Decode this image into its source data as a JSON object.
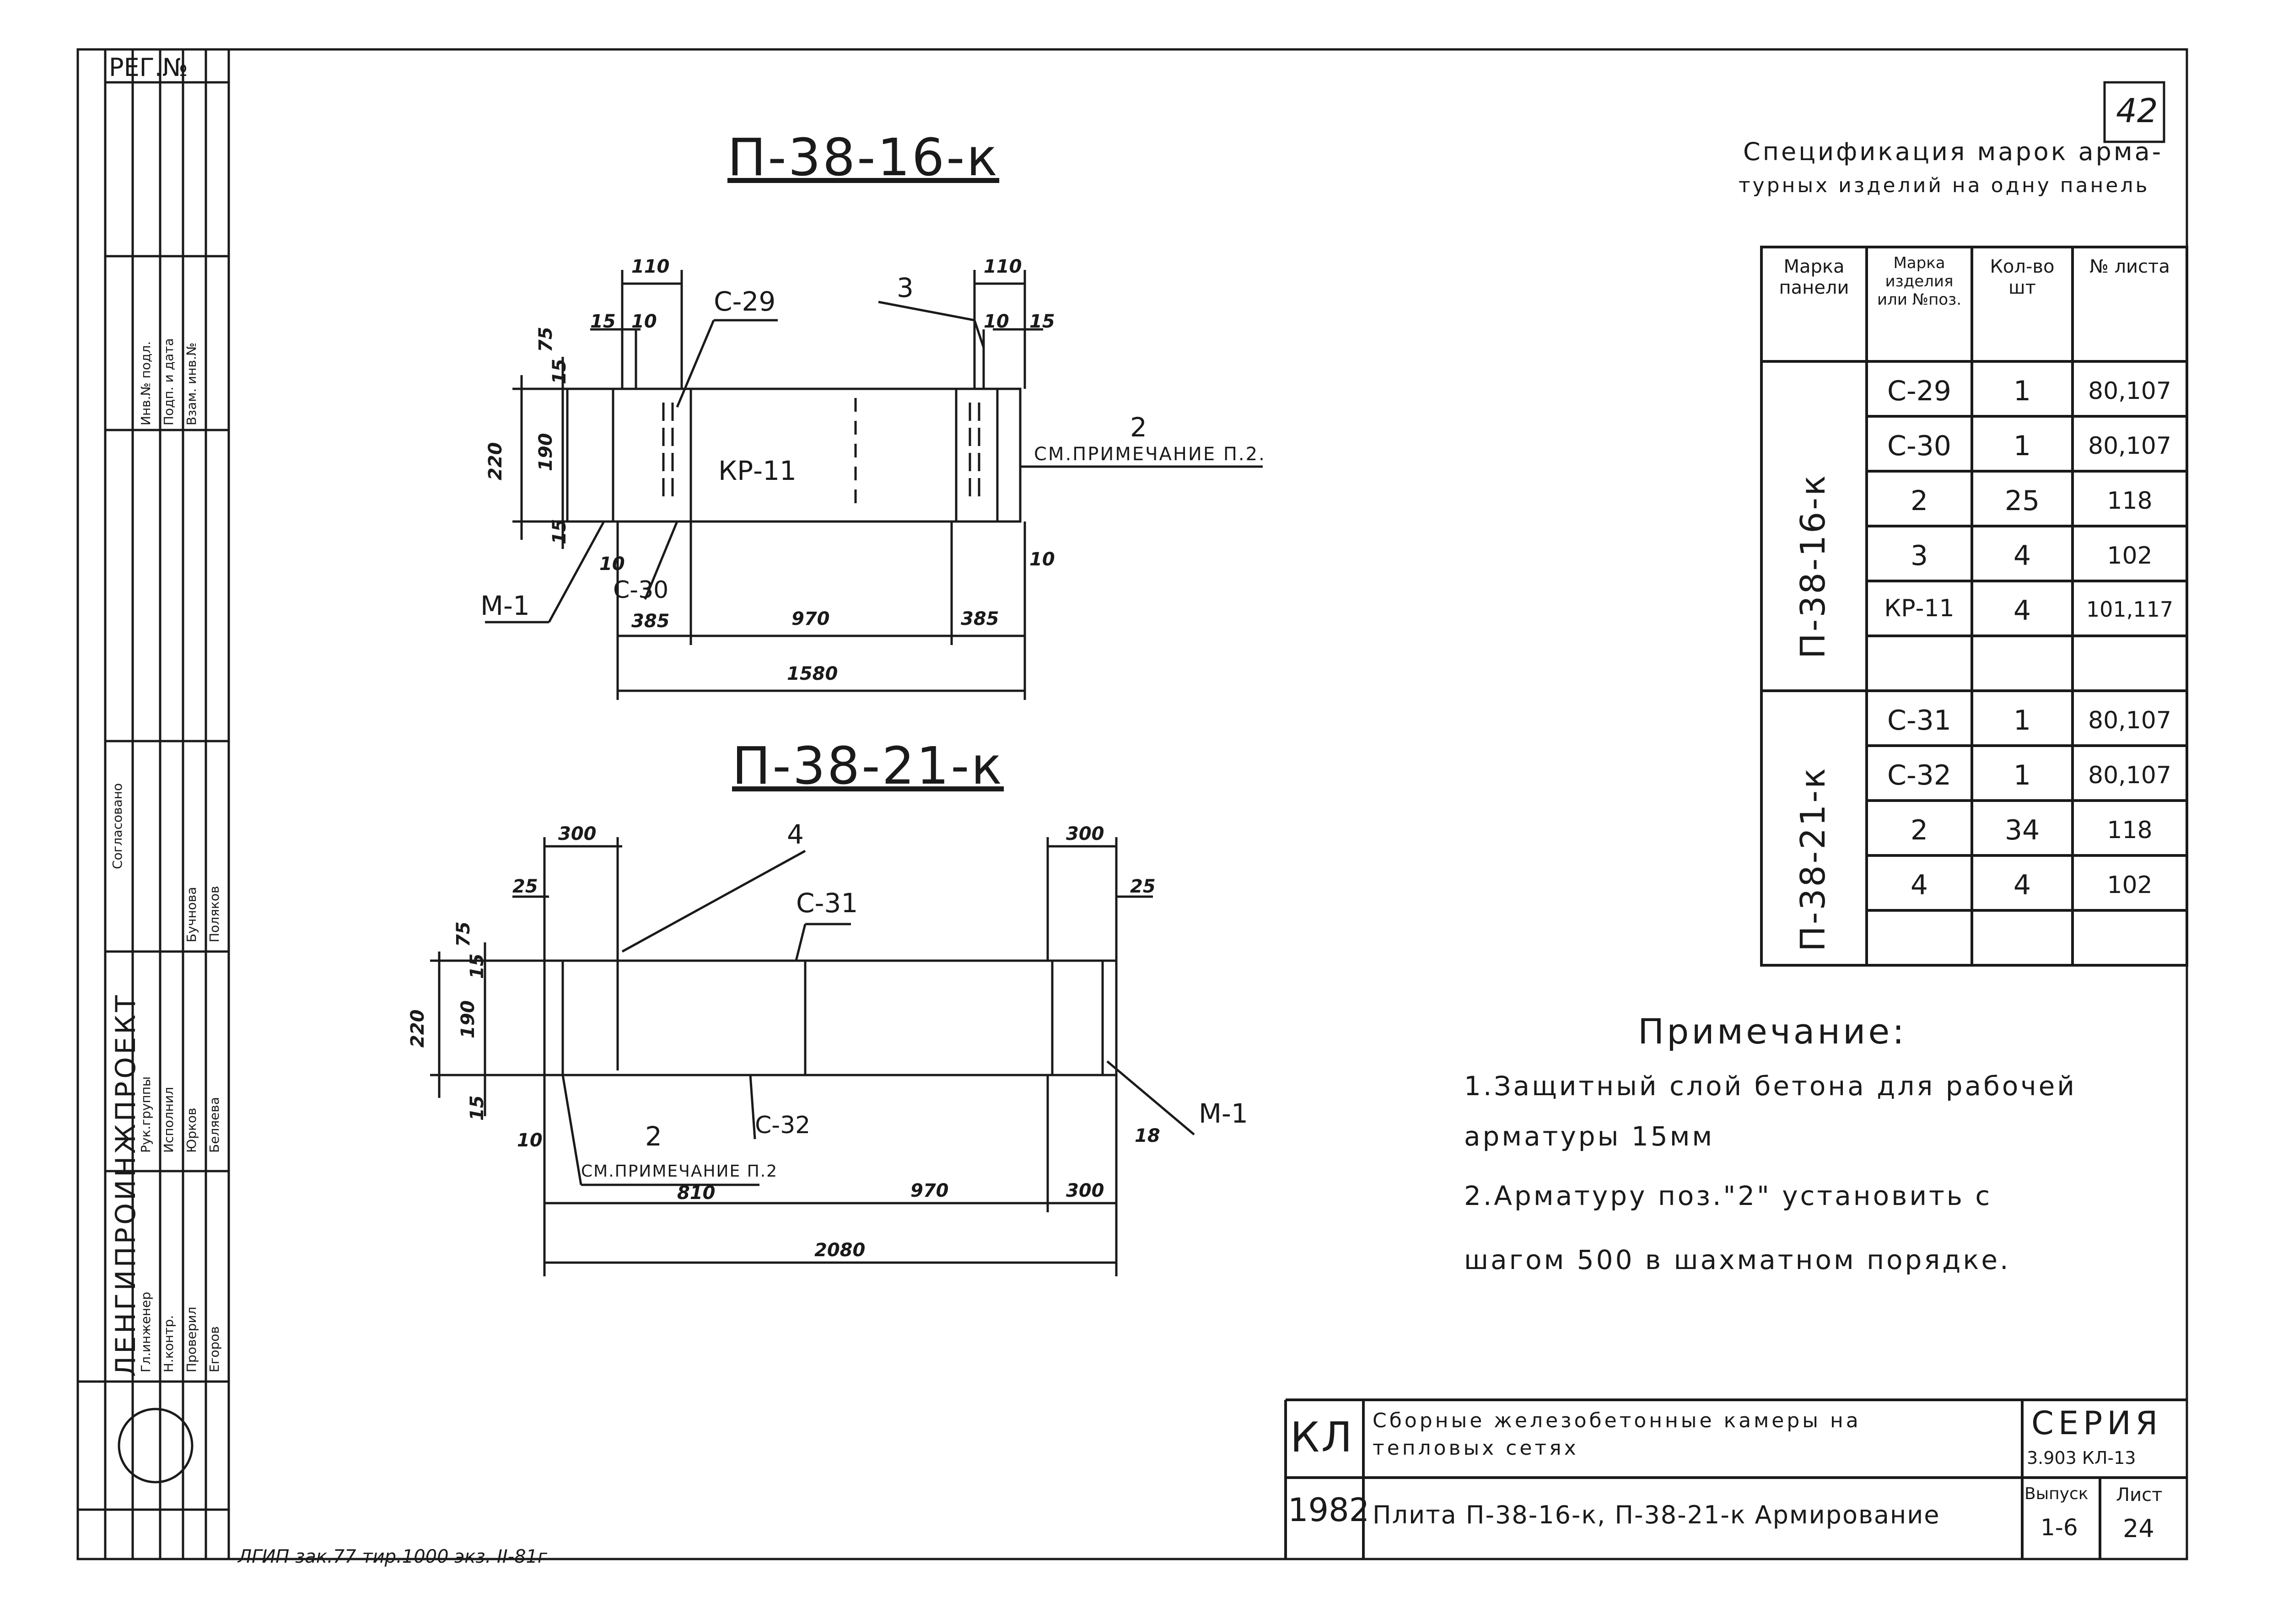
{
  "reg_label": "РЕГ.№",
  "sheet_number_top": "42",
  "panel1": {
    "title": "П-38-16-к",
    "leaders": {
      "c29": "С-29",
      "c30": "С-30",
      "m1": "М-1",
      "pos3": "3",
      "pos2": "2",
      "note_ref": "СМ.ПРИМЕЧАНИЕ П.2.",
      "kr": "КР-11"
    },
    "dims": {
      "d110a": "110",
      "d110b": "110",
      "d15a": "15",
      "d15b": "15",
      "d10a": "10",
      "d10b": "10",
      "d75": "75",
      "d15c": "15",
      "d220": "220",
      "d190": "190",
      "d15d": "15",
      "d10c": "10",
      "d10d": "10",
      "d385a": "385",
      "d970": "970",
      "d385b": "385",
      "d1580": "1580"
    }
  },
  "panel2": {
    "title": "П-38-21-к",
    "leaders": {
      "pos4": "4",
      "c31": "С-31",
      "c32": "С-32",
      "m1": "М-1",
      "pos2": "2",
      "note_ref": "СМ.ПРИМЕЧАНИЕ П.2"
    },
    "dims": {
      "d300a": "300",
      "d300b": "300",
      "d25a": "25",
      "d25b": "25",
      "d75": "75",
      "d15": "15",
      "d220": "220",
      "d190": "190",
      "d15b": "15",
      "d10": "10",
      "d18": "18",
      "d810": "810",
      "d970": "970",
      "d300c": "300",
      "d2080": "2080"
    }
  },
  "spec": {
    "title_line1": "Спецификация марок арма-",
    "title_line2": "турных изделий на одну панель",
    "headers": [
      "Марка панели",
      "Марка изделия или №поз.",
      "Кол-во шт",
      "№ листа"
    ],
    "groups": [
      {
        "panel": "П-38-16-к",
        "rows": [
          [
            "С-29",
            "1",
            "80,107"
          ],
          [
            "С-30",
            "1",
            "80,107"
          ],
          [
            "2",
            "25",
            "118"
          ],
          [
            "3",
            "4",
            "102"
          ],
          [
            "КР-11",
            "4",
            "101,117"
          ],
          [
            "",
            "",
            ""
          ]
        ]
      },
      {
        "panel": "П-38-21-к",
        "rows": [
          [
            "С-31",
            "1",
            "80,107"
          ],
          [
            "С-32",
            "1",
            "80,107"
          ],
          [
            "2",
            "34",
            "118"
          ],
          [
            "4",
            "4",
            "102"
          ],
          [
            "",
            "",
            ""
          ]
        ]
      }
    ]
  },
  "notes": {
    "title": "Примечание:",
    "line1": "1.Защитный слой бетона для рабочей",
    "line2": "арматуры 15мм",
    "line3": "2.Арматуру поз.\"2\" установить с",
    "line4": "шагом 500 в шахматном порядке."
  },
  "title_block": {
    "code": "КЛ",
    "year": "1982",
    "desc_line1": "Сборные железобетонные камеры на",
    "desc_line2": "тепловых сетях",
    "name": "Плита П-38-16-к, П-38-21-к Армирование",
    "series_label": "СЕРИЯ",
    "series_value": "3.903 КЛ-13",
    "issue_label": "Выпуск",
    "issue_value": "1-6",
    "sheet_label": "Лист",
    "sheet_value": "24"
  },
  "left_stamp": {
    "org": "ЛЕНГИПРОИНЖПРОЕКТ",
    "roles": [
      "Гл.инженер",
      "Рук.группы",
      "Н.контр.",
      "Исполнил",
      "Проверил"
    ],
    "names": [
      "Юрков",
      "Егоров",
      "Беляева",
      "Бучнова",
      "Поляков"
    ],
    "extra": [
      "Согласовано",
      "Инв.№ подл.",
      "Подп. и дата",
      "Взам. инв.№"
    ]
  },
  "bottom_note": "ЛГИП зак.77 тир.1000 экз. II-81г"
}
